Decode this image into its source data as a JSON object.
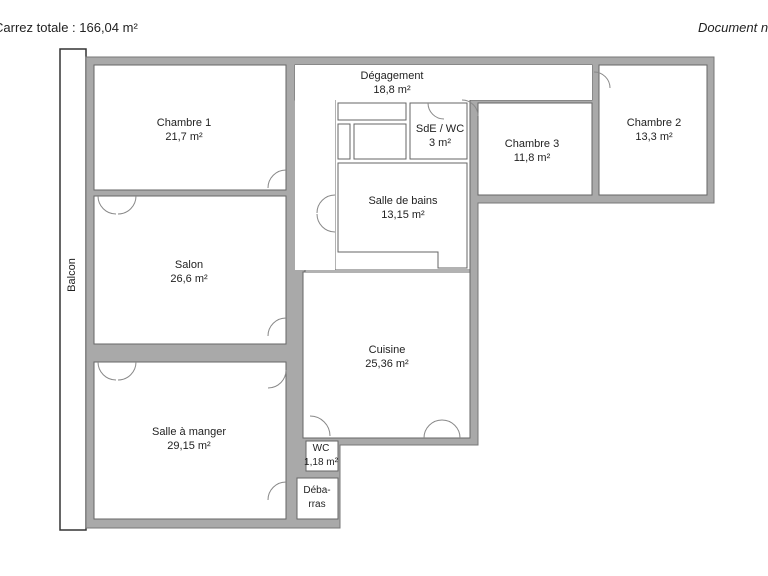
{
  "header": {
    "surface_total": "Carrez totale : 166,04 m²",
    "document": "Document n"
  },
  "balcony": "Balcon",
  "colors": {
    "wall": "#a9a9a9",
    "room": "#ffffff",
    "line": "#555555"
  },
  "rooms": [
    {
      "name": "Chambre 1",
      "area": "21,7 m²"
    },
    {
      "name": "Salon",
      "area": "26,6 m²"
    },
    {
      "name": "Salle à manger",
      "area": "29,15 m²"
    },
    {
      "name": "Dégagement",
      "area": "18,8 m²"
    },
    {
      "name": "SdE / WC",
      "area": "3 m²"
    },
    {
      "name": "Salle de bains",
      "area": "13,15 m²"
    },
    {
      "name": "Chambre 3",
      "area": "11,8 m²"
    },
    {
      "name": "Chambre 2",
      "area": "13,3 m²"
    },
    {
      "name": "Cuisine",
      "area": "25,36 m²"
    },
    {
      "name": "WC",
      "area": "1,18 m²"
    },
    {
      "name": "Déba-\nrras",
      "area": ""
    }
  ]
}
